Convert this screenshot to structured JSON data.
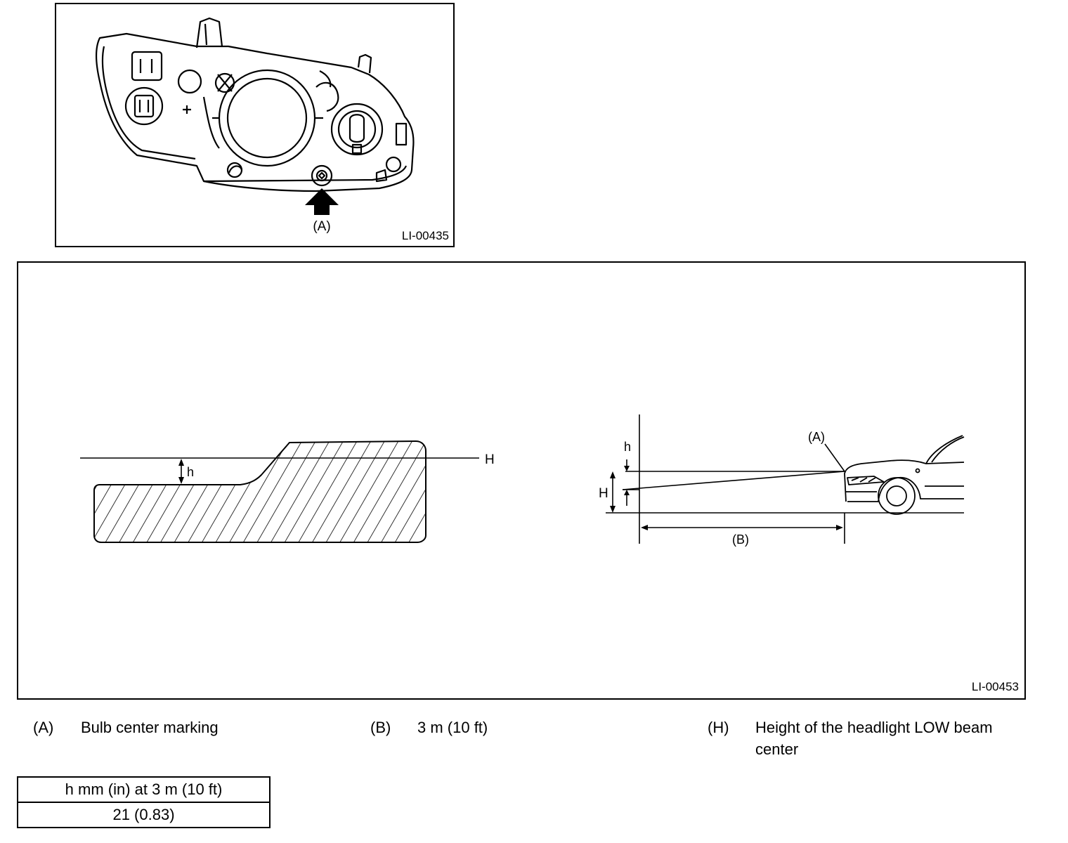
{
  "figure1": {
    "callout": "(A)",
    "code": "LI-00435"
  },
  "figure2": {
    "code": "LI-00453",
    "pattern": {
      "line_label": "H",
      "offset_label": "h"
    },
    "side_view": {
      "h_label": "h",
      "H_label": "H",
      "A_label": "(A)",
      "B_label": "(B)"
    }
  },
  "legend": [
    {
      "key": "(A)",
      "text": "Bulb center marking"
    },
    {
      "key": "(B)",
      "text": "3 m (10 ft)"
    },
    {
      "key": "(H)",
      "text": "Height of the headlight LOW beam center"
    }
  ],
  "spec_table": {
    "header": "h mm (in) at 3 m (10 ft)",
    "value": "21 (0.83)"
  }
}
